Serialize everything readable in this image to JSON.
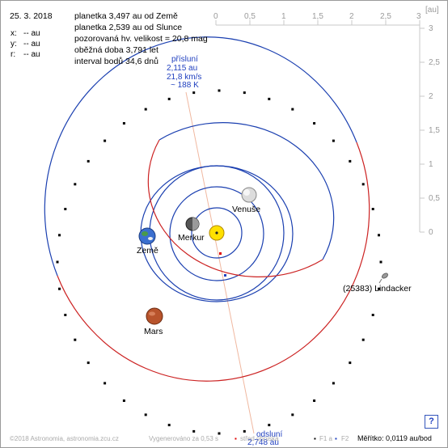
{
  "date": "25. 3. 2018",
  "info": [
    "planetka 3,497 au od Země",
    "planetka 2,539 au od Slunce",
    "pozorovaná hv. velikost = 20,8 mag",
    "oběžná doba 3,791 let",
    "interval bodů 34,6 dnů"
  ],
  "coords": [
    {
      "label": "x:",
      "value": "-- au"
    },
    {
      "label": "y:",
      "value": "-- au"
    },
    {
      "label": "r:",
      "value": "-- au"
    }
  ],
  "axis": {
    "unit": "[au]",
    "top_ticks": [
      "0",
      "0,5",
      "1",
      "1,5",
      "2",
      "2,5",
      "3"
    ],
    "right_ticks": [
      "3",
      "2,5",
      "2",
      "1,5",
      "1",
      "0,5",
      "0"
    ]
  },
  "perihelion": {
    "title": "přísluní",
    "dist": "2,115 au",
    "speed": "21,8 km/s",
    "temp": "~ 188 K"
  },
  "aphelion": {
    "title": "odsluní",
    "dist": "2,748 au"
  },
  "bodies": {
    "venus": "Venuše",
    "mercury": "Merkur",
    "earth": "Země",
    "mars": "Mars",
    "asteroid": "(25383) Lindacker"
  },
  "colors": {
    "orbit_blue": "#1a3fb0",
    "orbit_red": "#cc2222",
    "sun": "#ffe000",
    "node_line": "#f0b8a0"
  },
  "footer": {
    "copyright": "©2018 Astronomia, astronomia.zcu.cz",
    "generated": "Vygenerováno za 0,53 s",
    "legend1": "střed ohniska",
    "legend_f1": "F1 a",
    "legend_f2": "F2",
    "scale": "Měřítko: 0,0119 au/bod",
    "help": "?"
  }
}
